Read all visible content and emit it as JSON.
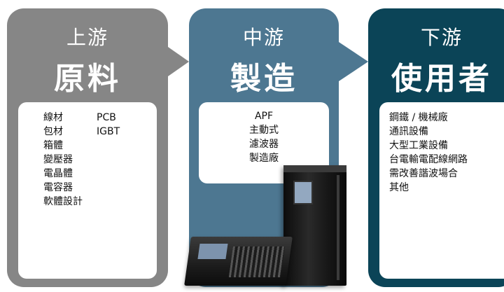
{
  "stages": [
    {
      "small_title": "上游",
      "big_title": "原料",
      "color": "#868686",
      "items_col1": [
        "線材",
        "包材",
        "箱體",
        "變壓器",
        "電晶體",
        "電容器",
        "軟體設計"
      ],
      "items_col2": [
        "PCB",
        "IGBT"
      ]
    },
    {
      "small_title": "中游",
      "big_title": "製造",
      "color": "#4d7791",
      "items": [
        "APF",
        "主動式",
        "濾波器",
        "製造廠"
      ],
      "images": [
        "apf-tower-cabinet",
        "apf-rack-unit"
      ]
    },
    {
      "small_title": "下游",
      "big_title": "使用者",
      "color": "#0b4457",
      "items": [
        "鋼鐵 / 機械廠",
        "通訊設備",
        "大型工業設備",
        "台電輸電配線網路",
        "需改善諧波場合",
        "其他"
      ]
    }
  ]
}
